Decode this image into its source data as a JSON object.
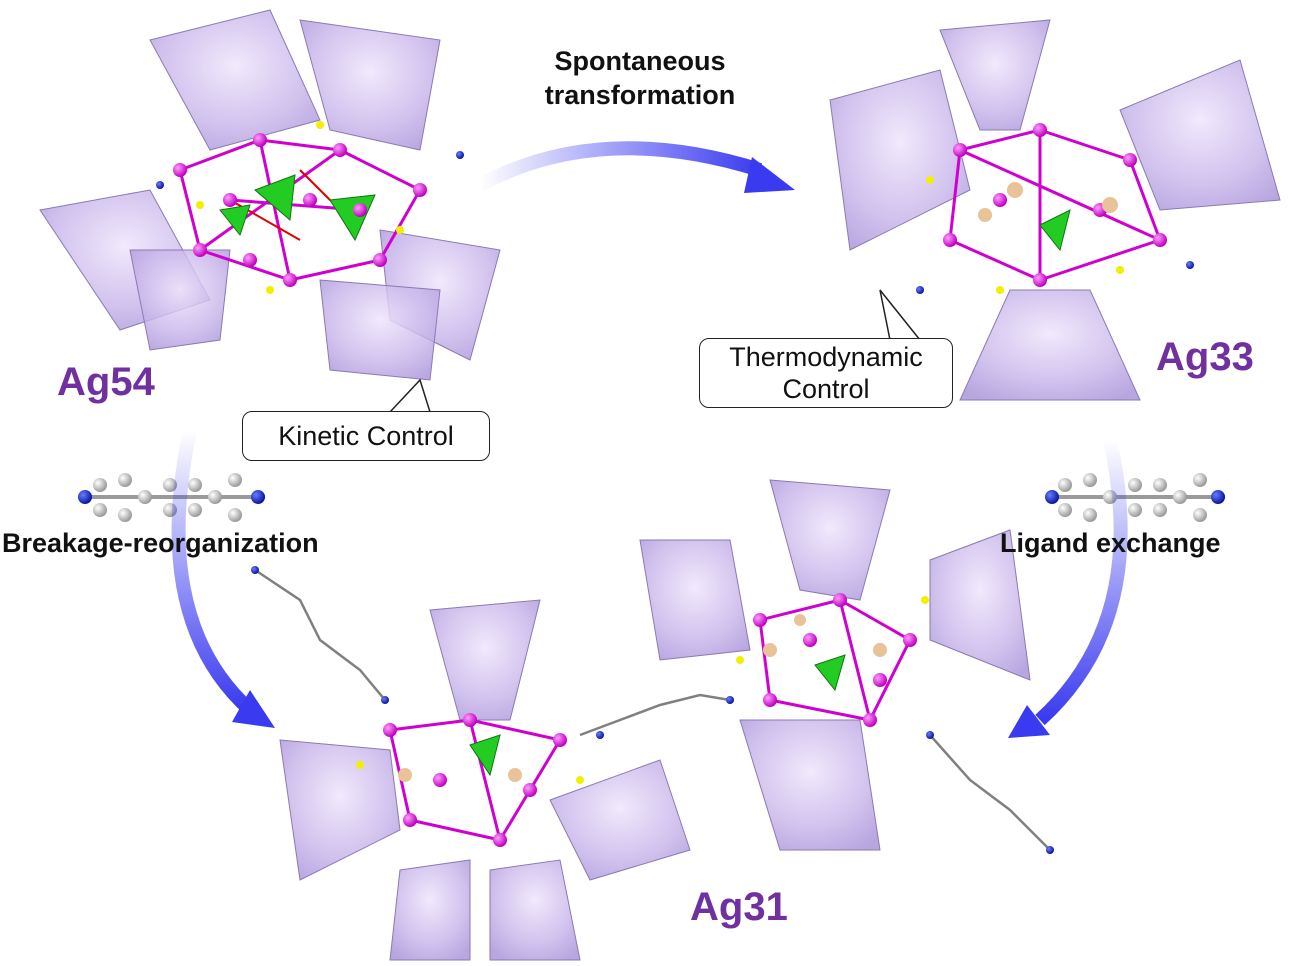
{
  "clusters": {
    "ag54": "Ag54",
    "ag33": "Ag33",
    "ag31": "Ag31"
  },
  "steps": {
    "spontaneous_line1": "Spontaneous",
    "spontaneous_line2": "transformation",
    "breakage": "Breakage-reorganization",
    "ligand_exchange": "Ligand exchange"
  },
  "callouts": {
    "kinetic": "Kinetic Control",
    "thermo_line1": "Thermodynamic",
    "thermo_line2": "Control"
  },
  "colors": {
    "cluster_label": "#7030a0",
    "arrow": "#3a3af0",
    "cone": "#b9a6e3",
    "silver_atom": "#e000e0",
    "sulfur": "#f0f000",
    "oxygen": "#e00000",
    "nitrogen": "#1020c0",
    "carbon": "#8a8a8a",
    "polyhedron": "#22cc22",
    "template_atom": "#e8c39a"
  }
}
